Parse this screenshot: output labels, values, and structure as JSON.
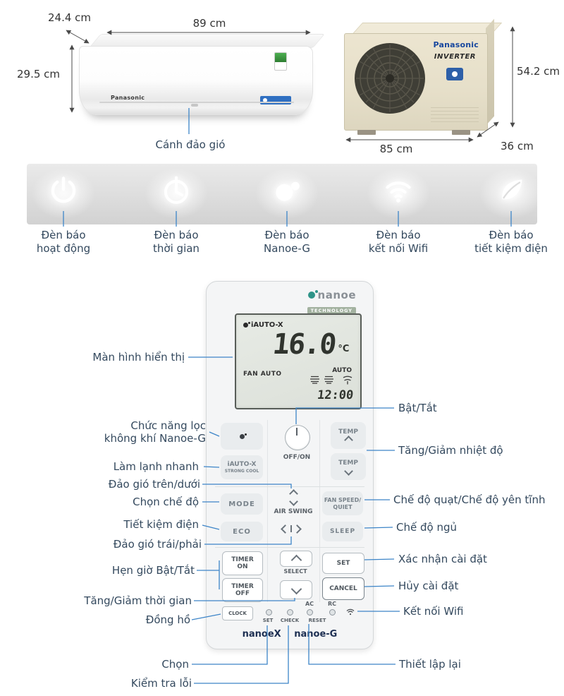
{
  "indoor_unit": {
    "brand": "Panasonic",
    "dim_depth": "24.4 cm",
    "dim_width": "89 cm",
    "dim_height": "29.5 cm",
    "flap_label": "Cánh đảo gió"
  },
  "outdoor_unit": {
    "brand": "Panasonic",
    "inverter_label": "INVERTER",
    "dim_height": "54.2 cm",
    "dim_width": "85 cm",
    "dim_depth": "36 cm"
  },
  "indicators": [
    {
      "icon": "power-icon",
      "label": "Đèn báo\nhoạt động"
    },
    {
      "icon": "timer-icon",
      "label": "Đèn báo\nthời gian"
    },
    {
      "icon": "nanoe-icon",
      "label": "Đèn báo\nNanoe-G"
    },
    {
      "icon": "wifi-icon",
      "label": "Đèn báo\nkết nối Wifi"
    },
    {
      "icon": "leaf-icon",
      "label": "Đèn báo\ntiết kiệm điện"
    }
  ],
  "remote": {
    "brand_name": "nanoe",
    "brand_sub": "TECHNOLOGY",
    "display": {
      "mode": "iAUTO-X",
      "temperature": "16.0",
      "unit": "°C",
      "fan": "FAN AUTO",
      "auto": "AUTO",
      "time": "12:00"
    },
    "buttons": {
      "offon": "OFF/ON",
      "temp": "TEMP",
      "iautox_1": "iAUTO-X",
      "iautox_2": "STRONG COOL",
      "mode": "MODE",
      "air_swing": "AIR SWING",
      "fan_speed_1": "FAN SPEED/",
      "fan_speed_2": "QUIET",
      "eco": "ECO",
      "sleep": "SLEEP",
      "timer": "TIMER",
      "on": "ON",
      "off": "OFF",
      "select": "SELECT",
      "set": "SET",
      "cancel": "CANCEL",
      "clock": "CLOCK",
      "mini_set": "SET",
      "mini_check": "CHECK",
      "mini_ac": "AC",
      "mini_rc": "RC",
      "mini_reset": "RESET"
    },
    "footer_left": "nanoeX",
    "footer_right": "nanoe-G"
  },
  "callouts_left": [
    {
      "text": "Màn hình hiển thị"
    },
    {
      "text": "Chức năng lọc\nkhông khí Nanoe-G"
    },
    {
      "text": "Làm lạnh nhanh"
    },
    {
      "text": "Đảo gió trên/dưới"
    },
    {
      "text": "Chọn chế độ"
    },
    {
      "text": "Tiết kiệm điện"
    },
    {
      "text": "Đảo gió trái/phải"
    },
    {
      "text": "Hẹn giờ Bật/Tắt"
    },
    {
      "text": "Tăng/Giảm thời gian"
    },
    {
      "text": "Đồng hồ"
    },
    {
      "text": "Chọn"
    },
    {
      "text": "Kiểm tra lỗi"
    }
  ],
  "callouts_right": [
    {
      "text": "Bật/Tắt"
    },
    {
      "text": "Tăng/Giảm nhiệt độ"
    },
    {
      "text": "Chế độ quạt/Chế độ yên tĩnh"
    },
    {
      "text": "Chế độ ngủ"
    },
    {
      "text": "Xác nhận cài đặt"
    },
    {
      "text": "Hủy cài đặt"
    },
    {
      "text": "Kết nối Wifi"
    },
    {
      "text": "Thiết lập lại"
    }
  ],
  "colors": {
    "callout_line": "#3d85c8",
    "dimension_line": "#4a4a4a",
    "label_text": "#34495e",
    "panasonic_blue": "#17479e"
  }
}
